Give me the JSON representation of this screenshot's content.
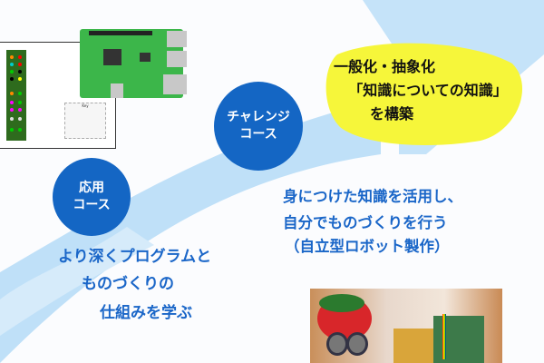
{
  "colors": {
    "arrow": "#bfe0f8",
    "circle": "#1466c4",
    "highlight": "#f6f63a",
    "text_blue": "#1a66c8"
  },
  "pinout_legend_title": "Key",
  "basic_course": {
    "line1": "応用",
    "line2": "コース"
  },
  "challenge_course": {
    "line1": "チャレンジ",
    "line2": "コース"
  },
  "basic_description": [
    "より深くプログラムと",
    "ものづくりの",
    "仕組みを学ぶ"
  ],
  "challenge_description": [
    "身につけた知識を活用し、",
    "自分でものづくりを行う",
    "（自立型ロボット製作）"
  ],
  "goal": [
    "一般化・抽象化",
    "「知識についての知識」",
    "を構築"
  ]
}
